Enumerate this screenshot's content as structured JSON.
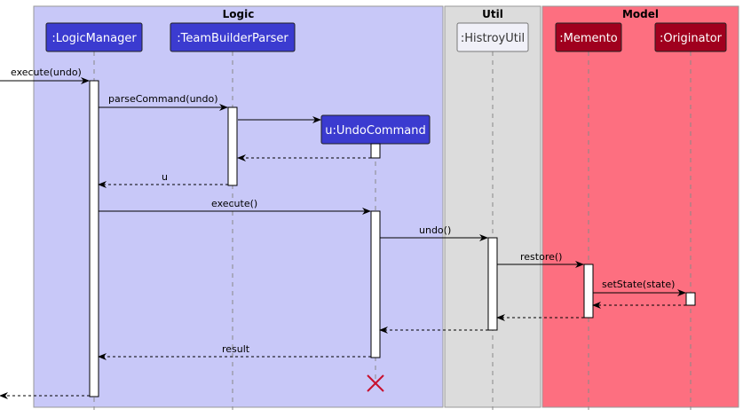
{
  "boxes": [
    {
      "id": "logic",
      "title": "Logic",
      "fill": "#c8c8f8"
    },
    {
      "id": "util",
      "title": "Util",
      "fill": "#dcdcdc"
    },
    {
      "id": "model",
      "title": "Model",
      "fill": "#fd6f80"
    }
  ],
  "participants": [
    {
      "id": "logicmanager",
      "label": ":LogicManager",
      "fill": "#3b3bd0",
      "text_color": "#ffffff"
    },
    {
      "id": "parser",
      "label": ":TeamBuilderParser",
      "fill": "#3b3bd0",
      "text_color": "#ffffff"
    },
    {
      "id": "undocommand",
      "label": "u:UndoCommand",
      "fill": "#3b3bd0",
      "text_color": "#ffffff"
    },
    {
      "id": "historyutil",
      "label": ":HistroyUtil",
      "fill": "#f0f0f8",
      "text_color": "#333333"
    },
    {
      "id": "memento",
      "label": ":Memento",
      "fill": "#a0001e",
      "text_color": "#ffffff"
    },
    {
      "id": "originator",
      "label": ":Originator",
      "fill": "#a0001e",
      "text_color": "#ffffff"
    }
  ],
  "messages": [
    {
      "id": "m1",
      "label": "execute(undo)",
      "from": "external",
      "to": "logicmanager",
      "style": "solid"
    },
    {
      "id": "m2",
      "label": "parseCommand(undo)",
      "from": "logicmanager",
      "to": "parser",
      "style": "solid"
    },
    {
      "id": "m3",
      "label": "",
      "from": "parser",
      "to": "undocommand",
      "style": "solid"
    },
    {
      "id": "m4",
      "label": "",
      "from": "undocommand",
      "to": "parser",
      "style": "dashed"
    },
    {
      "id": "m5",
      "label": "u",
      "from": "parser",
      "to": "logicmanager",
      "style": "dashed"
    },
    {
      "id": "m6",
      "label": "execute()",
      "from": "logicmanager",
      "to": "undocommand",
      "style": "solid"
    },
    {
      "id": "m7",
      "label": "undo()",
      "from": "undocommand",
      "to": "historyutil",
      "style": "solid"
    },
    {
      "id": "m8",
      "label": "restore()",
      "from": "historyutil",
      "to": "memento",
      "style": "solid"
    },
    {
      "id": "m9",
      "label": "setState(state)",
      "from": "memento",
      "to": "originator",
      "style": "solid"
    },
    {
      "id": "m10",
      "label": "",
      "from": "originator",
      "to": "memento",
      "style": "dashed"
    },
    {
      "id": "m11",
      "label": "",
      "from": "memento",
      "to": "historyutil",
      "style": "dashed"
    },
    {
      "id": "m12",
      "label": "",
      "from": "historyutil",
      "to": "undocommand",
      "style": "dashed"
    },
    {
      "id": "m13",
      "label": "result",
      "from": "undocommand",
      "to": "logicmanager",
      "style": "dashed"
    },
    {
      "id": "m14",
      "label": "",
      "from": "logicmanager",
      "to": "external",
      "style": "dashed"
    }
  ],
  "destroy_marker": {
    "participant": "undocommand",
    "color": "#c8102e"
  }
}
